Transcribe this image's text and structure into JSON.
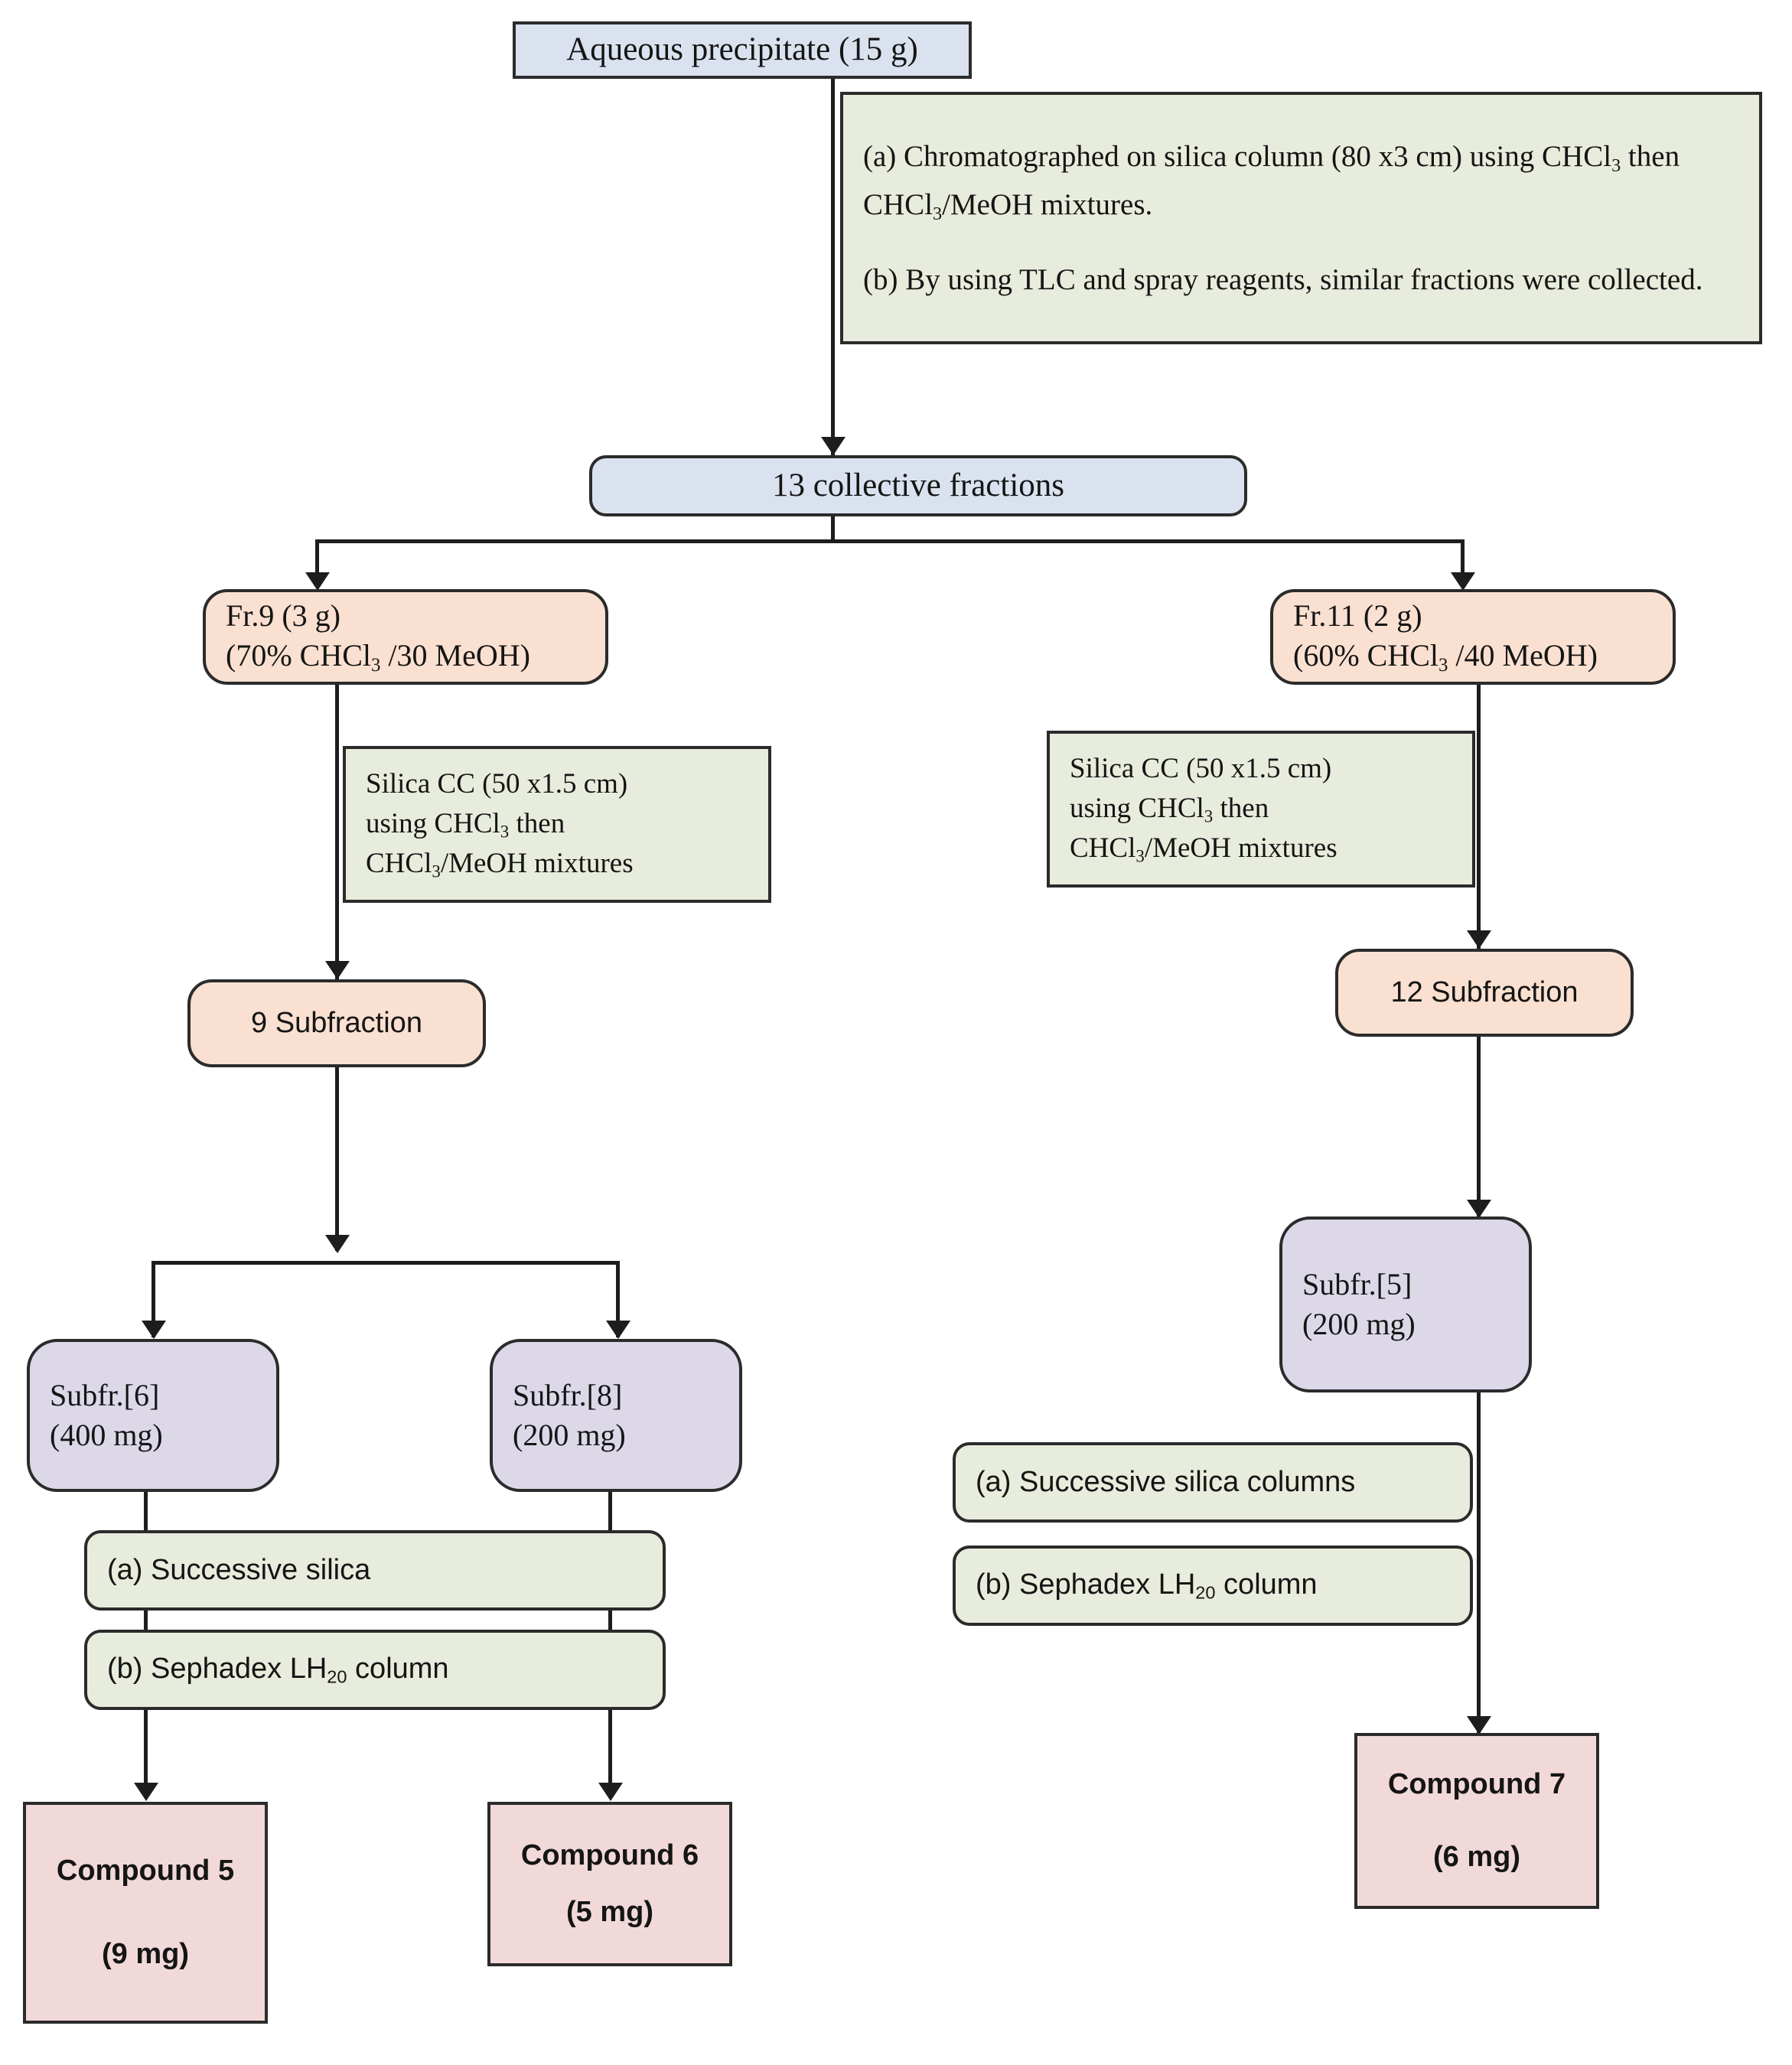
{
  "diagram": {
    "title": "Isolation scheme of compounds from aqueous precipitate",
    "type": "flowchart",
    "colors": {
      "material_box": "#dbe2ef",
      "fraction_box": "#fae0d0",
      "subfraction_box": "#ddd8e8",
      "compound_box": "#f2d9d9",
      "note_box": "#e7ecdc",
      "border": "#2b2b2b",
      "connector": "#1d1d1d"
    },
    "nodes": {
      "start": {
        "label": "Aqueous precipitate (15 g)"
      },
      "note_main": {
        "line_a": "(a) Chromatographed on silica column (80 x3 cm) using CHCl",
        "line_a_sub": "3",
        "line_a_tail": " then CHCl",
        "line_a_sub2": "3",
        "line_a_tail2": "/MeOH mixtures.",
        "line_b": "(b) By using TLC and spray reagents, similar fractions were collected."
      },
      "collective": {
        "label": "13 collective fractions"
      },
      "fr9": {
        "line1": "Fr.9 (3 g)",
        "line2_pre": "(70% CHCl",
        "line2_sub": "3",
        "line2_post": " /30 MeOH)"
      },
      "fr11": {
        "line1": "Fr.11 (2 g)",
        "line2_pre": "(60% CHCl",
        "line2_sub": "3",
        "line2_post": " /40 MeOH)"
      },
      "note_cc_left": {
        "line1": "Silica CC (50 x1.5 cm)",
        "line2_pre": "using CHCl",
        "line2_sub": "3",
        "line2_post": " then",
        "line3_pre": "CHCl",
        "line3_sub": "3",
        "line3_post": "/MeOH mixtures"
      },
      "note_cc_right": {
        "line1": "Silica CC (50 x1.5 cm)",
        "line2_pre": "using CHCl",
        "line2_sub": "3",
        "line2_post": " then",
        "line3_pre": "CHCl",
        "line3_sub": "3",
        "line3_post": "/MeOH mixtures"
      },
      "sub9": {
        "label": "9 Subfraction"
      },
      "sub12": {
        "label": "12 Subfraction"
      },
      "subfr6": {
        "line1": "Subfr.[6]",
        "line2": "(400 mg)"
      },
      "subfr8": {
        "line1": "Subfr.[8]",
        "line2": "(200 mg)"
      },
      "subfr5": {
        "line1": "Subfr.[5]",
        "line2": "(200 mg)"
      },
      "note_left_a": {
        "label": "(a) Successive silica"
      },
      "note_left_b": {
        "pre": "(b) Sephadex LH",
        "sub": "20",
        "post": " column"
      },
      "note_right_a": {
        "label": "(a) Successive silica columns"
      },
      "note_right_b": {
        "pre": "(b) Sephadex LH",
        "sub": "20",
        "post": " column"
      },
      "compound5": {
        "line1": "Compound 5",
        "line2": "(9 mg)"
      },
      "compound6": {
        "line1": "Compound 6",
        "line2": "(5 mg)"
      },
      "compound7": {
        "line1": "Compound 7",
        "line2": "(6 mg)"
      }
    }
  }
}
